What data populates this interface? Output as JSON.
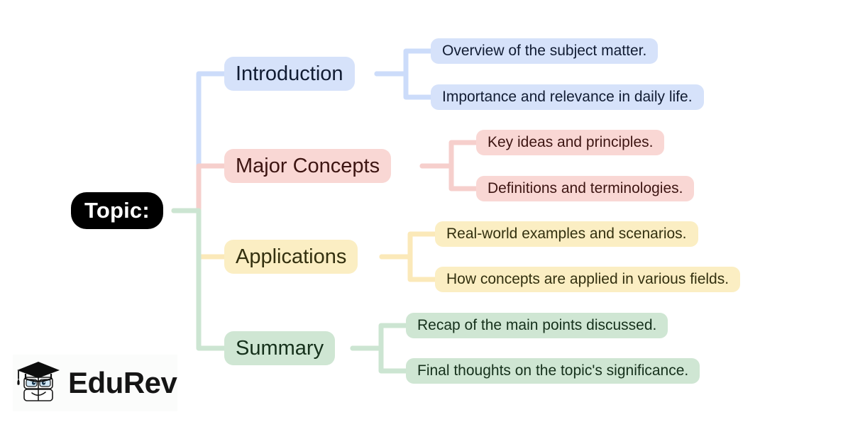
{
  "diagram": {
    "type": "mind-map",
    "background_color": "#ffffff",
    "root": {
      "label": "Topic:",
      "background_color": "#000000",
      "text_color": "#ffffff"
    },
    "branches": [
      {
        "label": "Introduction",
        "color_name": "blue",
        "node_color": "#d6e2fa",
        "text_color": "#111c33",
        "link_color": "#ccdcfa",
        "children": [
          {
            "label": "Overview of the subject matter."
          },
          {
            "label": "Importance and relevance in daily life."
          }
        ]
      },
      {
        "label": "Major Concepts",
        "color_name": "pink",
        "node_color": "#f9d7d4",
        "text_color": "#3d1512",
        "link_color": "#f6cfcc",
        "children": [
          {
            "label": "Key ideas and principles."
          },
          {
            "label": "Definitions and terminologies."
          }
        ]
      },
      {
        "label": "Applications",
        "color_name": "yellow",
        "node_color": "#fbeec3",
        "text_color": "#33300f",
        "link_color": "#fbe9b9",
        "children": [
          {
            "label": "Real-world examples and scenarios."
          },
          {
            "label": "How concepts are applied in various fields."
          }
        ]
      },
      {
        "label": "Summary",
        "color_name": "green",
        "node_color": "#cfe6d3",
        "text_color": "#15301b",
        "link_color": "#cce5d2",
        "children": [
          {
            "label": "Recap of the main points discussed."
          },
          {
            "label": "Final thoughts on the topic's significance."
          }
        ]
      }
    ]
  },
  "logo": {
    "wordmark": "EduRev",
    "icon_name": "graduation-cap-book-mascot-icon",
    "text_color": "#151515"
  }
}
